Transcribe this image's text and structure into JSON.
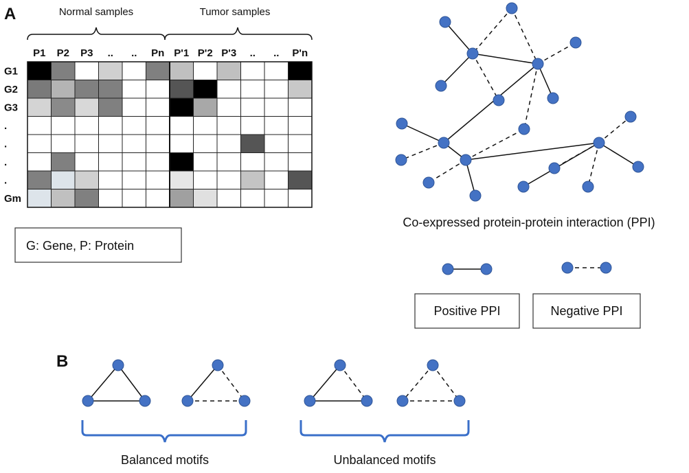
{
  "panel_a_label": "A",
  "panel_b_label": "B",
  "matrix": {
    "normal_header": "Normal samples",
    "tumor_header": "Tumor samples",
    "columns": [
      "P1",
      "P2",
      "P3",
      "..",
      "..",
      "Pn",
      "P'1",
      "P'2",
      "P'3",
      "..",
      "..",
      "P'n"
    ],
    "rows": [
      "G1",
      "G2",
      "G3",
      ".",
      ".",
      ".",
      ".",
      "Gm"
    ],
    "cells": [
      [
        "#000000",
        "#808080",
        "#ffffff",
        "#d0d0d0",
        "#ffffff",
        "#808080",
        "#c0c0c0",
        "#ffffff",
        "#c0c0c0",
        "#ffffff",
        "#ffffff",
        "#000000"
      ],
      [
        "#7a7a7a",
        "#b4b4b4",
        "#808080",
        "#808080",
        "#ffffff",
        "#ffffff",
        "#555555",
        "#000000",
        "#ffffff",
        "#ffffff",
        "#ffffff",
        "#c8c8c8"
      ],
      [
        "#d4d4d4",
        "#8a8a8a",
        "#d8d8d8",
        "#808080",
        "#ffffff",
        "#ffffff",
        "#000000",
        "#a8a8a8",
        "#ffffff",
        "#ffffff",
        "#ffffff",
        "#ffffff"
      ],
      [
        "#ffffff",
        "#ffffff",
        "#ffffff",
        "#ffffff",
        "#ffffff",
        "#ffffff",
        "#ffffff",
        "#ffffff",
        "#ffffff",
        "#ffffff",
        "#ffffff",
        "#ffffff"
      ],
      [
        "#ffffff",
        "#ffffff",
        "#ffffff",
        "#ffffff",
        "#ffffff",
        "#ffffff",
        "#ffffff",
        "#ffffff",
        "#ffffff",
        "#555555",
        "#ffffff",
        "#ffffff"
      ],
      [
        "#ffffff",
        "#808080",
        "#ffffff",
        "#ffffff",
        "#ffffff",
        "#ffffff",
        "#000000",
        "#ffffff",
        "#ffffff",
        "#ffffff",
        "#ffffff",
        "#ffffff"
      ],
      [
        "#808080",
        "#dde4ea",
        "#d0d0d0",
        "#ffffff",
        "#ffffff",
        "#ffffff",
        "#e6e6e6",
        "#ffffff",
        "#ffffff",
        "#c4c4c4",
        "#ffffff",
        "#555555"
      ],
      [
        "#dde4ea",
        "#c0c0c0",
        "#808080",
        "#ffffff",
        "#ffffff",
        "#ffffff",
        "#a0a0a0",
        "#e0e0e0",
        "#ffffff",
        "#ffffff",
        "#ffffff",
        "#ffffff"
      ]
    ]
  },
  "legend_box": "G: Gene, P: Protein",
  "network_caption": "Co-expressed protein-protein interaction (PPI)",
  "legend": {
    "positive": "Positive PPI",
    "negative": "Negative PPI"
  },
  "motifs": {
    "balanced": "Balanced motifs",
    "unbalanced": "Unbalanced motifs"
  },
  "colors": {
    "node": "#4472c4",
    "bracket": "#3a6fc9"
  }
}
